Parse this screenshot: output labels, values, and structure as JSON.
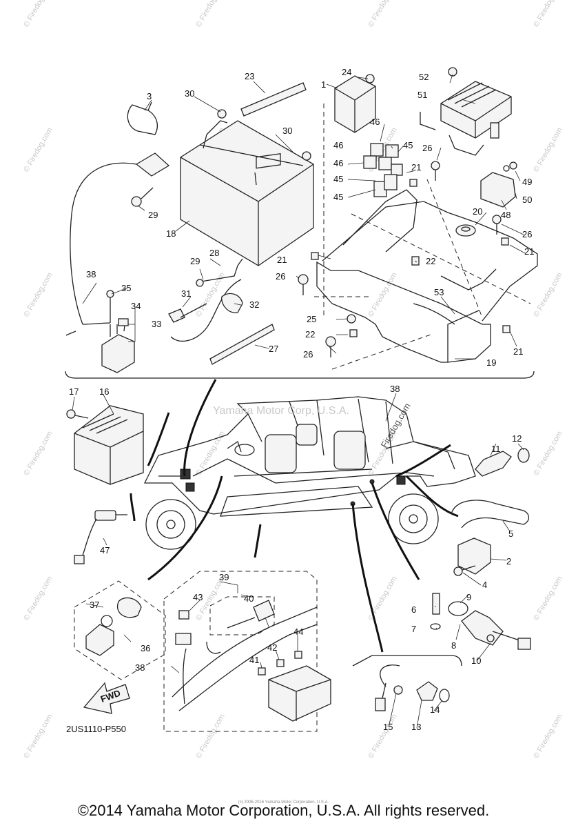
{
  "diagram": {
    "callouts": [
      "1",
      "2",
      "3",
      "4",
      "5",
      "6",
      "7",
      "8",
      "9",
      "10",
      "11",
      "12",
      "13",
      "14",
      "15",
      "16",
      "17",
      "18",
      "19",
      "20",
      "21",
      "21",
      "21",
      "21",
      "22",
      "22",
      "23",
      "24",
      "25",
      "26",
      "26",
      "26",
      "26",
      "27",
      "28",
      "29",
      "29",
      "30",
      "30",
      "31",
      "32",
      "33",
      "34",
      "35",
      "36",
      "37",
      "38",
      "38",
      "38",
      "39",
      "40",
      "41",
      "42",
      "43",
      "44",
      "45",
      "45",
      "46",
      "46",
      "46",
      "47",
      "48",
      "49",
      "50",
      "51",
      "52",
      "53"
    ],
    "figure_code": "2US1110-P550",
    "fwd_label": "FWD",
    "watermark_center": "Yamaha Motor Corp, U.S.A.",
    "watermark_site": "Firedog.com",
    "watermark_repeat": "© Firedog.com"
  },
  "footer": {
    "copyright": "©2014 Yamaha Motor Corporation, U.S.A. All rights reserved.",
    "small_copyright": "(c) 2005-2016 Yamaha Motor Corporation, U.S.A."
  }
}
